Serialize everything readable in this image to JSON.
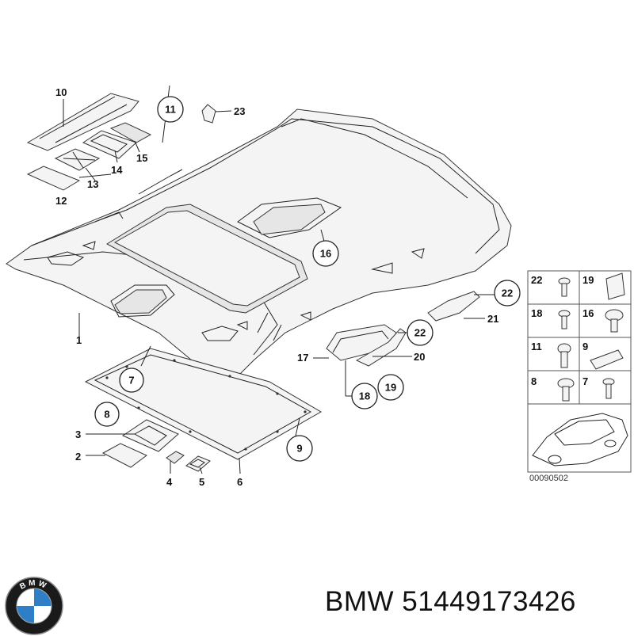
{
  "diagram": {
    "part_labels": {
      "p1": "1",
      "p2": "2",
      "p3": "3",
      "p4": "4",
      "p5": "5",
      "p6": "6",
      "p10": "10",
      "p12": "12",
      "p13": "13",
      "p14": "14",
      "p15": "15",
      "p17": "17",
      "p20": "20",
      "p21": "21",
      "p23": "23"
    },
    "callouts": {
      "c7": "7",
      "c8": "8",
      "c9": "9",
      "c11": "11",
      "c16": "16",
      "c18": "18",
      "c19": "19",
      "c22a": "22",
      "c22b": "22"
    },
    "fastener_grid": {
      "cells": [
        "22",
        "19",
        "18",
        "16",
        "11",
        "9",
        "8",
        "7"
      ]
    },
    "doc_code": "00090502"
  },
  "footer": {
    "logo_text": "BMW",
    "brand_line": "BMW 51449173426"
  },
  "colors": {
    "line": "#333333",
    "logo_blue": "#2f7fc7",
    "logo_ring": "#1a1a1a"
  }
}
